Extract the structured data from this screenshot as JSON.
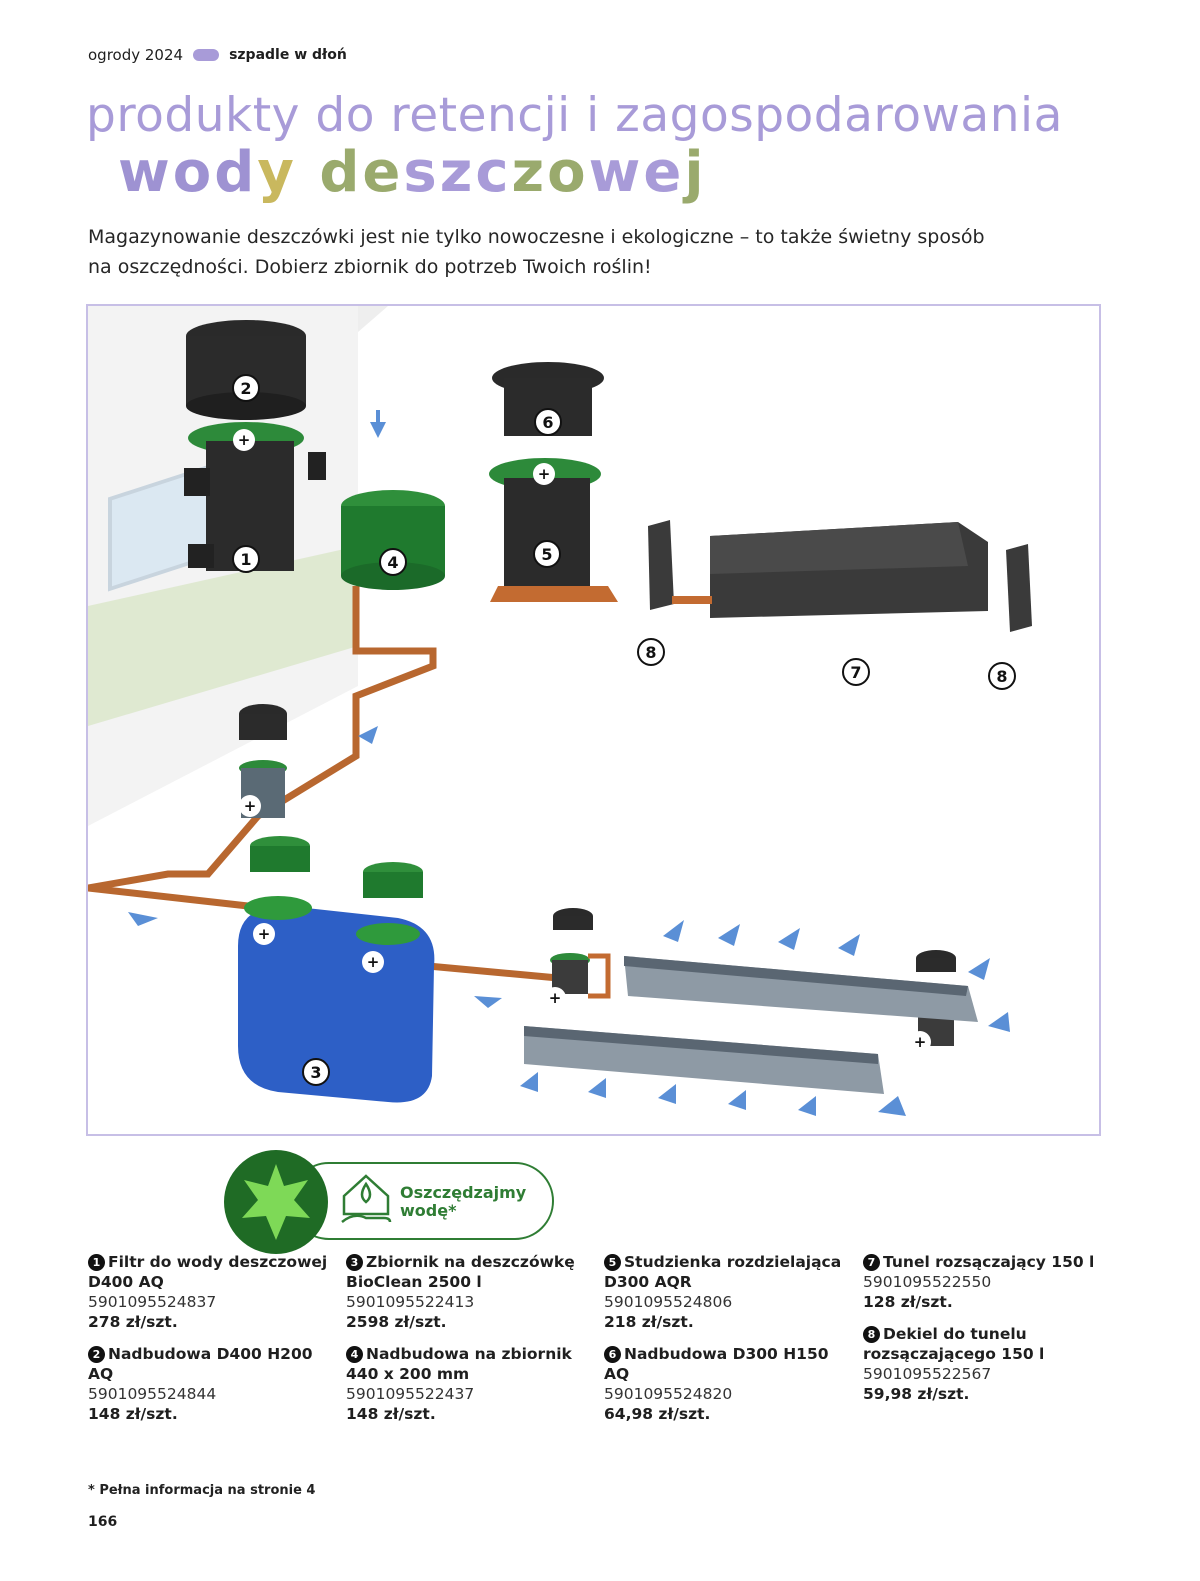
{
  "header": {
    "catalog": "ogrody 2024",
    "section": "szpadle w dłoń"
  },
  "title": {
    "line1": "produkty do retencji i zagospodarowania",
    "line2_letters": [
      {
        "ch": "w",
        "color": "#9e92d2"
      },
      {
        "ch": "o",
        "color": "#9e92d2"
      },
      {
        "ch": "d",
        "color": "#9e92d2"
      },
      {
        "ch": "y",
        "color": "#c9b85e"
      },
      {
        "ch": " ",
        "color": "#ffffff"
      },
      {
        "ch": "d",
        "color": "#9aaa6d"
      },
      {
        "ch": "e",
        "color": "#9aaa6d"
      },
      {
        "ch": "s",
        "color": "#a89bd8"
      },
      {
        "ch": "z",
        "color": "#a89bd8"
      },
      {
        "ch": "c",
        "color": "#a89bd8"
      },
      {
        "ch": "z",
        "color": "#9aaa6d"
      },
      {
        "ch": "o",
        "color": "#9aaa6d"
      },
      {
        "ch": "w",
        "color": "#a89bd8"
      },
      {
        "ch": "e",
        "color": "#a89bd8"
      },
      {
        "ch": "j",
        "color": "#9aaa6d"
      }
    ]
  },
  "intro": "Magazynowanie deszczówki jest nie tylko nowoczesne i ekologiczne – to także świetny sposób na oszczędności. Dobierz zbiornik do potrzeb Twoich roślin!",
  "diagram": {
    "labels": [
      "1",
      "2",
      "3",
      "4",
      "5",
      "6",
      "7",
      "8",
      "8"
    ],
    "plus": "+"
  },
  "eco_badge": {
    "label": "Oszczędzajmy wodę*"
  },
  "products": {
    "col1": [
      {
        "num": "1",
        "name": "Filtr do wody deszczowej D400 AQ",
        "ean": "5901095524837",
        "price": "278 zł/szt."
      },
      {
        "num": "2",
        "name": "Nadbudowa D400 H200 AQ",
        "ean": "5901095524844",
        "price": "148 zł/szt."
      }
    ],
    "col2": [
      {
        "num": "3",
        "name": "Zbiornik na deszczówkę BioClean 2500 l",
        "ean": "5901095522413",
        "price": "2598 zł/szt."
      },
      {
        "num": "4",
        "name": "Nadbudowa na zbiornik 440 x 200 mm",
        "ean": "5901095522437",
        "price": "148 zł/szt."
      }
    ],
    "col3": [
      {
        "num": "5",
        "name": "Studzienka rozdzielająca D300 AQR",
        "ean": "5901095524806",
        "price": "218 zł/szt."
      },
      {
        "num": "6",
        "name": "Nadbudowa D300 H150 AQ",
        "ean": "5901095524820",
        "price": "64,98 zł/szt."
      }
    ],
    "col4": [
      {
        "num": "7",
        "name": "Tunel rozsączający 150 l",
        "ean": "5901095522550",
        "price": "128 zł/szt."
      },
      {
        "num": "8",
        "name": "Dekiel do tunelu rozsączającego 150 l",
        "ean": "5901095522567",
        "price": "59,98 zł/szt."
      }
    ]
  },
  "footnote": "* Pełna informacja na stronie 4",
  "page_number": "166"
}
